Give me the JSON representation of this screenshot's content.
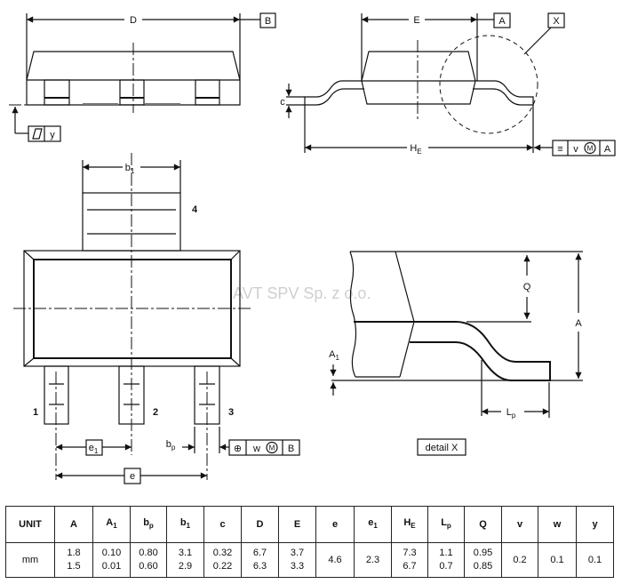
{
  "watermark": "AVT SPV Sp. z o.o.",
  "labels": {
    "D": "D",
    "B": "B",
    "E": "E",
    "A_datum": "A",
    "X": "X",
    "y": "y",
    "c": "c",
    "HE": {
      "main": "H",
      "sub": "E"
    },
    "b1": {
      "main": "b",
      "sub": "1"
    },
    "pin4": "4",
    "pin1": "1",
    "pin2": "2",
    "pin3": "3",
    "e1": {
      "main": "e",
      "sub": "1"
    },
    "bp": {
      "main": "b",
      "sub": "p"
    },
    "e": "e",
    "Q": "Q",
    "A": "A",
    "A1": {
      "main": "A",
      "sub": "1"
    },
    "Lp": {
      "main": "L",
      "sub": "p"
    },
    "detail": "detail X",
    "tol_parallel": {
      "sym": "≡",
      "value": "v",
      "mod": "M",
      "datum": "A"
    },
    "tol_position": {
      "sym": "⊕",
      "value": "w",
      "mod": "M",
      "datum": "B"
    }
  },
  "table": {
    "headers": [
      {
        "main": "UNIT",
        "sub": ""
      },
      {
        "main": "A",
        "sub": ""
      },
      {
        "main": "A",
        "sub": "1"
      },
      {
        "main": "b",
        "sub": "p"
      },
      {
        "main": "b",
        "sub": "1"
      },
      {
        "main": "c",
        "sub": ""
      },
      {
        "main": "D",
        "sub": ""
      },
      {
        "main": "E",
        "sub": ""
      },
      {
        "main": "e",
        "sub": ""
      },
      {
        "main": "e",
        "sub": "1"
      },
      {
        "main": "H",
        "sub": "E"
      },
      {
        "main": "L",
        "sub": "p"
      },
      {
        "main": "Q",
        "sub": ""
      },
      {
        "main": "v",
        "sub": ""
      },
      {
        "main": "w",
        "sub": ""
      },
      {
        "main": "y",
        "sub": ""
      }
    ],
    "row": [
      {
        "max": "mm",
        "min": ""
      },
      {
        "max": "1.8",
        "min": "1.5"
      },
      {
        "max": "0.10",
        "min": "0.01"
      },
      {
        "max": "0.80",
        "min": "0.60"
      },
      {
        "max": "3.1",
        "min": "2.9"
      },
      {
        "max": "0.32",
        "min": "0.22"
      },
      {
        "max": "6.7",
        "min": "6.3"
      },
      {
        "max": "3.7",
        "min": "3.3"
      },
      {
        "max": "4.6",
        "min": ""
      },
      {
        "max": "2.3",
        "min": ""
      },
      {
        "max": "7.3",
        "min": "6.7"
      },
      {
        "max": "1.1",
        "min": "0.7"
      },
      {
        "max": "0.95",
        "min": "0.85"
      },
      {
        "max": "0.2",
        "min": ""
      },
      {
        "max": "0.1",
        "min": ""
      },
      {
        "max": "0.1",
        "min": ""
      }
    ]
  }
}
